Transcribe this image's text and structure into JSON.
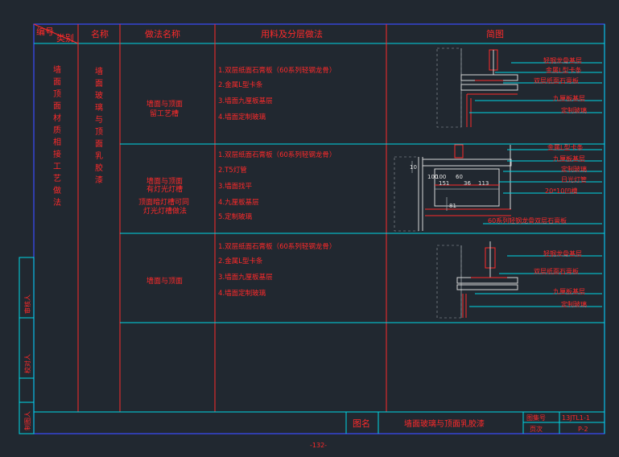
{
  "header": {
    "code": "编号",
    "category": "类别",
    "name": "名称",
    "method_name": "做法名称",
    "materials": "用料及分层做法",
    "diagram": "简图"
  },
  "left_column": {
    "category_text": [
      "墙",
      "面",
      "顶",
      "面",
      "材",
      "质",
      "相",
      "接",
      "工",
      "艺",
      "做",
      "法"
    ],
    "name_text": [
      "墙",
      "面",
      "玻",
      "璃",
      "与",
      "顶",
      "面",
      "乳",
      "胶",
      "漆"
    ]
  },
  "rows": [
    {
      "method": [
        "墙面与顶面",
        "留工艺槽"
      ],
      "materials": [
        "1.双层纸面石膏板（60系列轻钢龙骨）",
        "2.金属L型卡条",
        "3.墙面九厘板基层",
        "4.墙面定制玻璃"
      ],
      "callouts": [
        "轻钢龙骨基层",
        "金属L型卡条",
        "双层纸面石膏板",
        "九厘板基层",
        "定制玻璃"
      ]
    },
    {
      "method": [
        "墙面与顶面",
        "有灯光灯槽",
        "顶面暗灯槽可同",
        "灯光灯槽做法"
      ],
      "materials": [
        "1.双层纸面石膏板（60系列轻钢龙骨）",
        "2.T5灯管",
        "3.墙面找平",
        "4.九厘板基层",
        "5.定制玻璃"
      ],
      "callouts": [
        "金属L型卡条",
        "九厘板基层",
        "定制玻璃",
        "日光灯管",
        "20*10凹槽",
        "60系列轻钢龙骨双层石膏板"
      ],
      "dims": [
        "10",
        "100",
        "36",
        "113",
        "151",
        "81",
        "60",
        "100"
      ]
    },
    {
      "method": [
        "墙面与顶面"
      ],
      "materials": [
        "1.双层纸面石膏板（60系列轻钢龙骨）",
        "2.金属L型卡条",
        "3.墙面九厘板基层",
        "4.墙面定制玻璃"
      ],
      "callouts": [
        "轻钢龙骨基层",
        "双层纸面石膏板",
        "九厘板基层",
        "定制玻璃"
      ]
    }
  ],
  "sidebar": {
    "labels": [
      "审核人",
      "校对人",
      "制图人"
    ]
  },
  "footer": {
    "title_label": "图名",
    "title": "墙面玻璃与顶面乳胶漆",
    "set_label": "图集号",
    "set_value": "13JTL1-1",
    "page_label": "页次",
    "page_value": "P-2",
    "page_number": "-132-"
  }
}
